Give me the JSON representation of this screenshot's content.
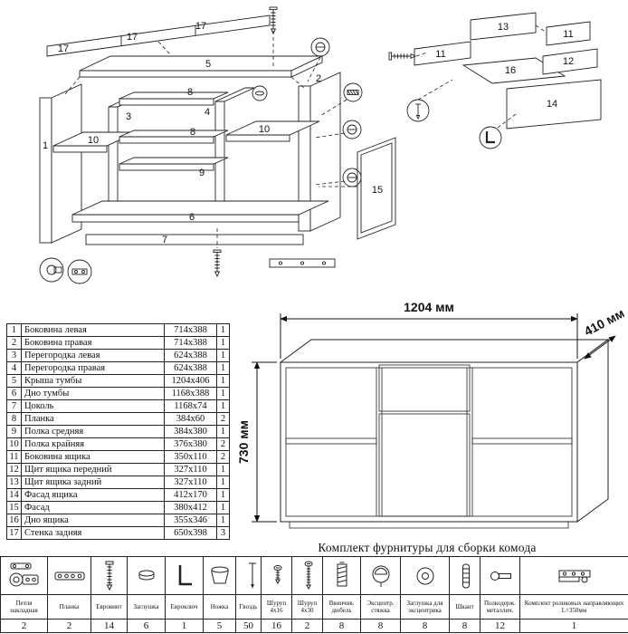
{
  "colors": {
    "ink": "#222222",
    "paper": "#ffffff"
  },
  "diagram": {
    "callouts": [
      "17",
      "17",
      "17",
      "5",
      "1",
      "3",
      "10",
      "8",
      "4",
      "2",
      "8",
      "9",
      "10",
      "6",
      "7",
      "15",
      "13",
      "11",
      "11",
      "16",
      "12",
      "14"
    ]
  },
  "assembled": {
    "width_label": "1204 мм",
    "depth_label": "410 мм",
    "height_label": "730 мм"
  },
  "parts_table": {
    "rows": [
      {
        "n": "1",
        "name": "Боковина левая",
        "size": "714x388",
        "qty": "1"
      },
      {
        "n": "2",
        "name": "Боковина правая",
        "size": "714x388",
        "qty": "1"
      },
      {
        "n": "3",
        "name": "Перегородка левая",
        "size": "624x388",
        "qty": "1"
      },
      {
        "n": "4",
        "name": "Перегородка правая",
        "size": "624x388",
        "qty": "1"
      },
      {
        "n": "5",
        "name": "Крыша тумбы",
        "size": "1204x406",
        "qty": "1"
      },
      {
        "n": "6",
        "name": "Дно тумбы",
        "size": "1168x388",
        "qty": "1"
      },
      {
        "n": "7",
        "name": "Цоколь",
        "size": "1168x74",
        "qty": "1"
      },
      {
        "n": "8",
        "name": "Планка",
        "size": "384x60",
        "qty": "2"
      },
      {
        "n": "9",
        "name": "Полка средняя",
        "size": "384x380",
        "qty": "1"
      },
      {
        "n": "10",
        "name": "Полка крайняя",
        "size": "376x380",
        "qty": "2"
      },
      {
        "n": "11",
        "name": "Боковина ящика",
        "size": "350x110",
        "qty": "2"
      },
      {
        "n": "12",
        "name": "Щит ящика передний",
        "size": "327x110",
        "qty": "1"
      },
      {
        "n": "13",
        "name": "Щит ящика задний",
        "size": "327x110",
        "qty": "1"
      },
      {
        "n": "14",
        "name": "Фасад ящика",
        "size": "412x170",
        "qty": "1"
      },
      {
        "n": "15",
        "name": "Фасад",
        "size": "380x412",
        "qty": "1"
      },
      {
        "n": "16",
        "name": "Дно ящика",
        "size": "355x346",
        "qty": "1"
      },
      {
        "n": "17",
        "name": "Стенка задняя",
        "size": "650x398",
        "qty": "3"
      }
    ]
  },
  "hardware": {
    "caption": "Комплект фурнитуры для сборки комода",
    "items": [
      {
        "name": "Петля накладная",
        "qty": "2",
        "icon": "hinge-icon"
      },
      {
        "name": "Планка",
        "qty": "2",
        "icon": "plate-icon"
      },
      {
        "name": "Евровинт",
        "qty": "14",
        "icon": "euroscrew-icon"
      },
      {
        "name": "Заглушка",
        "qty": "6",
        "icon": "cap-icon"
      },
      {
        "name": "Евроключ",
        "qty": "1",
        "icon": "hexkey-icon"
      },
      {
        "name": "Ножка",
        "qty": "5",
        "icon": "foot-icon"
      },
      {
        "name": "Гвоздь",
        "qty": "50",
        "icon": "nail-icon"
      },
      {
        "name": "Шуруп 4x16",
        "qty": "16",
        "icon": "screw-short-icon"
      },
      {
        "name": "Шуруп 4x30",
        "qty": "2",
        "icon": "screw-long-icon"
      },
      {
        "name": "Ввинчив. дюбель",
        "qty": "8",
        "icon": "dowel-screw-icon"
      },
      {
        "name": "Эксцентр. стяжка",
        "qty": "8",
        "icon": "cam-lock-icon"
      },
      {
        "name": "Заглушка для эксцентрика",
        "qty": "8",
        "icon": "cam-cap-icon"
      },
      {
        "name": "Шкант",
        "qty": "8",
        "icon": "wood-dowel-icon"
      },
      {
        "name": "Полкодерж. металлич.",
        "qty": "12",
        "icon": "shelf-pin-icon"
      },
      {
        "name": "Комплект роликовых направляющих L=350мм",
        "qty": "1",
        "icon": "drawer-slide-icon"
      }
    ]
  }
}
